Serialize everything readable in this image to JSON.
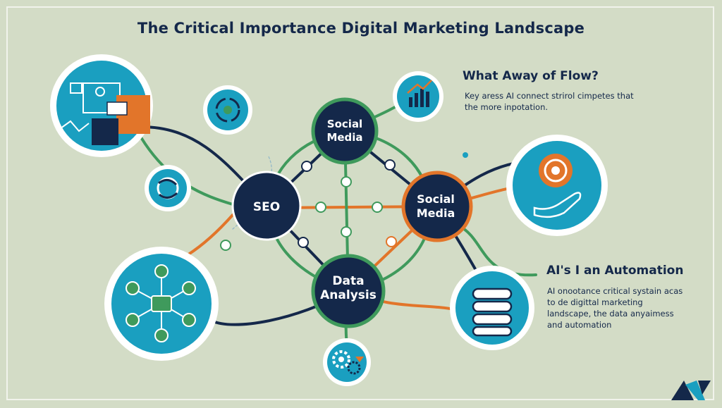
{
  "title": "The Critical Importance Digital Marketing Landscape",
  "nodes": {
    "social_top": [
      "Social",
      "Media"
    ],
    "seo": "SEO",
    "social_right": [
      "Social",
      "Media"
    ],
    "data_analysis": [
      "Data",
      "Analysis"
    ]
  },
  "flow": {
    "heading": "What Away of Flow?",
    "text": "Key aress AI connect strirol cimpetes that the more inpotation."
  },
  "automation": {
    "heading": "AI's I an Automation",
    "text": "AI onootance critical systain acas to de digittal marketing landscape, the data anyaimess and automation"
  },
  "colors": {
    "navy": "#14284a",
    "teal": "#1a9fc0",
    "green": "#3f9a5c",
    "orange": "#e2752a",
    "background": "#d3dcc6"
  },
  "icons": [
    "marketing-docs-icon",
    "globe-arrows-icon",
    "chart-bars-icon",
    "cycle-arrows-icon",
    "target-hand-icon",
    "network-hub-icon",
    "database-icon",
    "gears-icon",
    "brand-logo-icon"
  ]
}
